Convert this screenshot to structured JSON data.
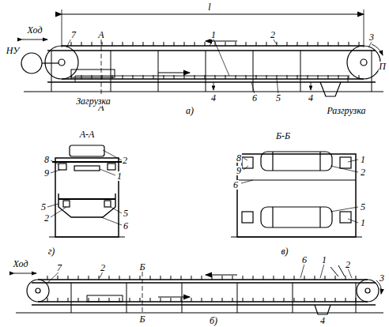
{
  "diagram": {
    "labels": [
      "l",
      "Ход",
      "НУ",
      "7",
      "А",
      "А",
      "1",
      "2",
      "3",
      "П",
      "Загрузка",
      "4",
      "6",
      "5",
      "4",
      "Разгрузка",
      "а)",
      "А-А",
      "8",
      "2",
      "9",
      "1",
      "5",
      "2",
      "5",
      "6",
      "г)",
      "Б-Б",
      "8",
      "9",
      "1",
      "2",
      "6",
      "5",
      "1",
      "в)",
      "Ход",
      "7",
      "2",
      "Б",
      "Б",
      "6",
      "1",
      "2",
      "3",
      "4",
      "б)"
    ]
  }
}
